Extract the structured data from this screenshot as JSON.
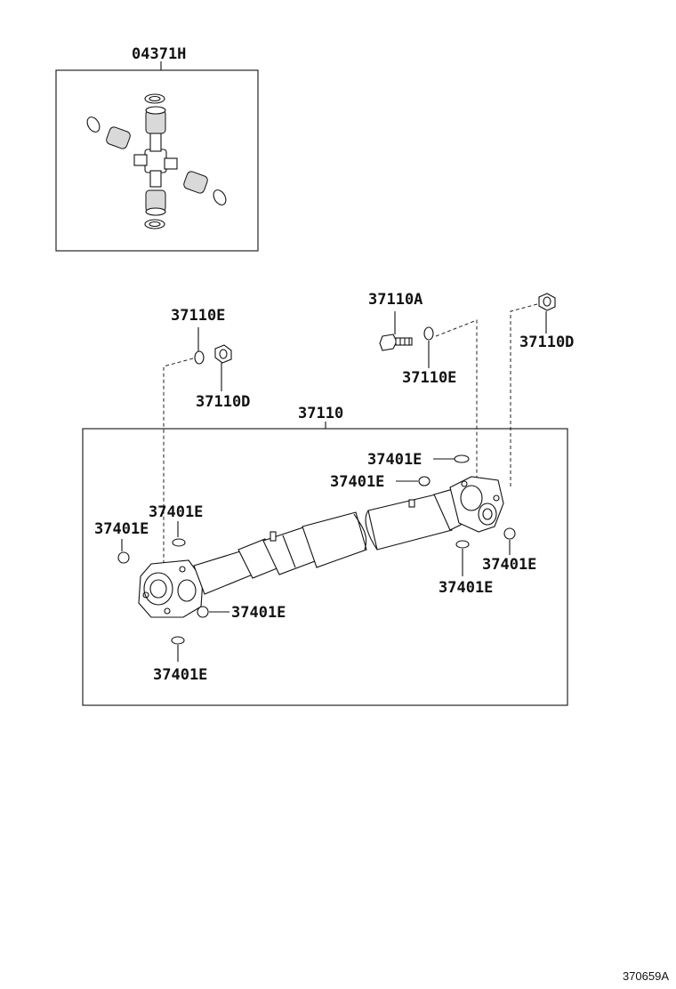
{
  "labels": {
    "kit": "04371H",
    "shaft_assy": "37110",
    "bolt": "37110A",
    "nut_left": "37110D",
    "nut_right": "37110D",
    "washer_left": "37110E",
    "washer_right": "37110E",
    "snap_ring": "37401E"
  },
  "footer": {
    "diagram_id": "370659A"
  }
}
